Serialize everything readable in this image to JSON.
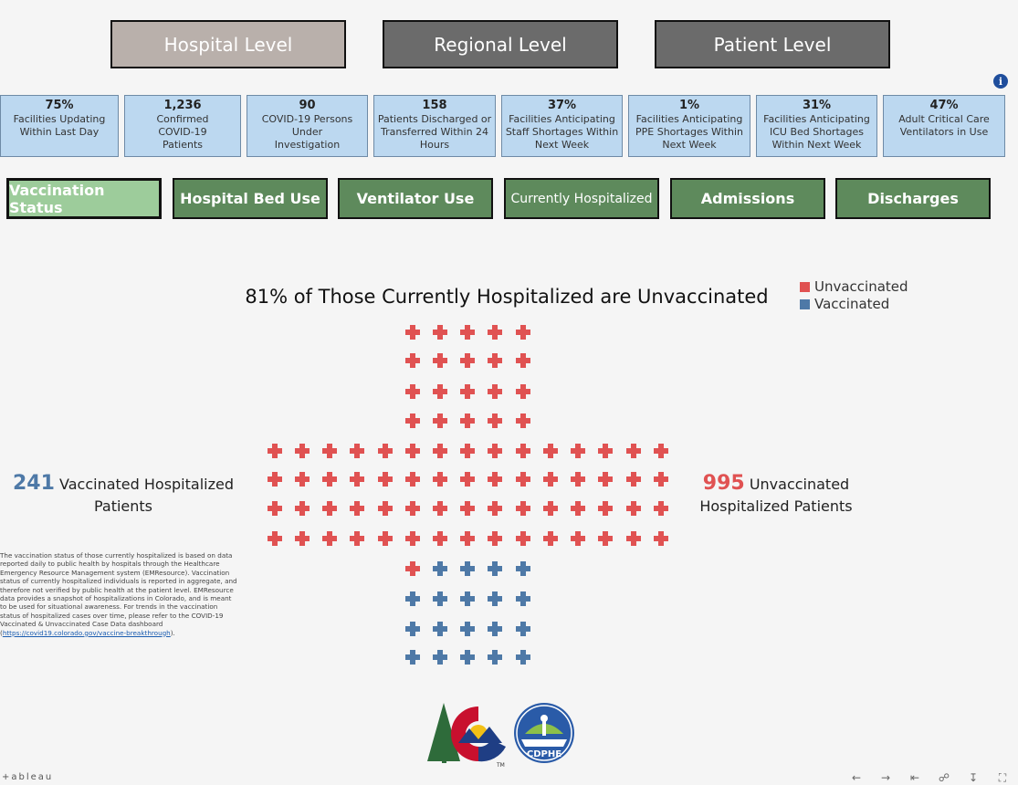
{
  "levels": [
    {
      "label": "Hospital Level",
      "active": true
    },
    {
      "label": "Regional Level",
      "active": false
    },
    {
      "label": "Patient Level",
      "active": false
    }
  ],
  "kpis": [
    {
      "value": "75%",
      "label": "Facilities Updating Within Last Day"
    },
    {
      "value": "1,236",
      "label": "Confirmed COVID-19 Patients"
    },
    {
      "value": "90",
      "label": "COVID-19 Persons Under Investigation"
    },
    {
      "value": "158",
      "label": "Patients Discharged or Transferred Within 24 Hours"
    },
    {
      "value": "37%",
      "label": "Facilities Anticipating Staff Shortages Within Next Week"
    },
    {
      "value": "1%",
      "label": "Facilities Anticipating PPE Shortages Within Next Week"
    },
    {
      "value": "31%",
      "label": "Facilities Anticipating ICU Bed Shortages Within Next Week"
    },
    {
      "value": "47%",
      "label": "Adult Critical Care Ventilators in Use"
    }
  ],
  "info_icon": "i",
  "tabs": [
    {
      "label": "Vaccination Status",
      "active": true
    },
    {
      "label": "Hospital Bed Use",
      "active": false
    },
    {
      "label": "Ventilator Use",
      "active": false
    },
    {
      "label": "Currently Hospitalized",
      "active": false
    },
    {
      "label": "Admissions",
      "active": false
    },
    {
      "label": "Discharges",
      "active": false
    }
  ],
  "chart": {
    "title": "81% of Those Currently Hospitalized are Unvaccinated",
    "legend": [
      {
        "label": "Unvaccinated",
        "color": "#e05252"
      },
      {
        "label": "Vaccinated",
        "color": "#4e79a7"
      }
    ]
  },
  "stats": {
    "vaccinated_number": "241",
    "vaccinated_label_1": "Vaccinated Hospitalized",
    "vaccinated_label_2": "Patients",
    "unvaccinated_number": "995",
    "unvaccinated_label_1": "Unvaccinated",
    "unvaccinated_label_2": "Hospitalized Patients"
  },
  "note": {
    "text": "The vaccination status of those currently hospitalized is based on data reported daily to public health by hospitals through the Healthcare Emergency Resource Management system (EMResource). Vaccination status of currently hospitalized individuals is reported in aggregate, and therefore not verified by public health at the patient level. EMResource data provides a snapshot of hospitalizations in Colorado, and is meant to be used for situational awareness. For trends in the vaccination status of hospitalized cases over time, please refer to the COVID-19 Vaccinated & Unvaccinated Case Data dashboard (",
    "link": "https://covid19.colorado.gov/vaccine-breakthrough",
    "suffix": ")."
  },
  "logos": {
    "cdphe_text": "CDPHE",
    "tm": "TM"
  },
  "footer": {
    "tableau": "+ableau"
  },
  "chart_data": {
    "type": "pictograph",
    "title": "81% of Those Currently Hospitalized are Unvaccinated",
    "categories": [
      "Unvaccinated",
      "Vaccinated"
    ],
    "values": [
      995,
      241
    ],
    "colors": [
      "#e05252",
      "#4e79a7"
    ],
    "icons_total": 100,
    "icons_per_category": [
      81,
      19
    ]
  }
}
